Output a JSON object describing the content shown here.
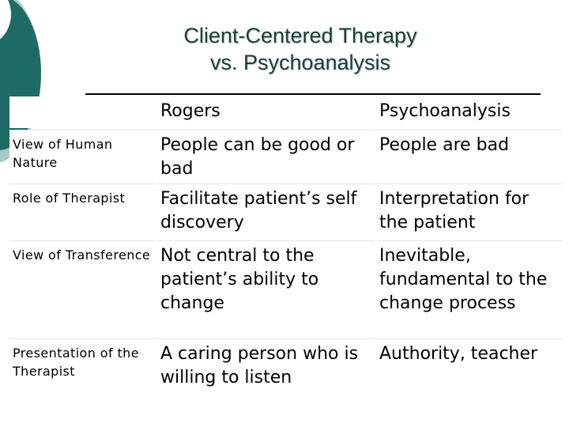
{
  "title": {
    "line1": "Client-Centered Therapy",
    "line2": "vs. Psychoanalysis"
  },
  "table": {
    "columns": [
      "Rogers",
      "Psychoanalysis"
    ],
    "rows": [
      {
        "label": "View of Human Nature",
        "rogers": "People can be good or bad",
        "psychoanalysis": "People are bad"
      },
      {
        "label": "Role of Therapist",
        "rogers": "Facilitate patient’s self discovery",
        "psychoanalysis": "Interpretation for the patient"
      },
      {
        "label": "View of Transference",
        "rogers": "Not central to the patient’s ability to change",
        "psychoanalysis": "Inevitable, fundamental to the change process"
      },
      {
        "label": "Presentation of the Therapist",
        "rogers": "A caring person who is willing to listen",
        "psychoanalysis": "Authority, teacher"
      }
    ]
  },
  "colors": {
    "deco_dark": "#1d6b64",
    "deco_light": "#a8cac7",
    "title_text": "#1a3d3a"
  }
}
